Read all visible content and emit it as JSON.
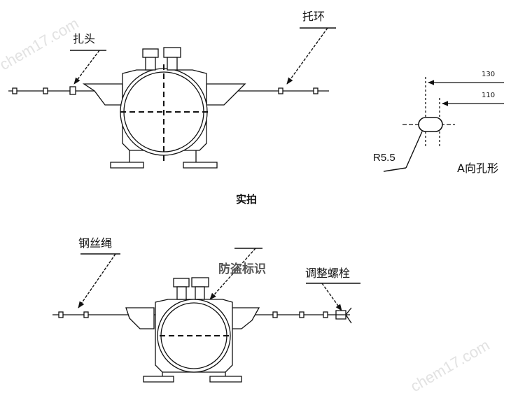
{
  "watermark": "chem17.com",
  "top_view": {
    "label_tuotou": "扎头",
    "label_tuohuan": "托环",
    "caption": "实拍"
  },
  "hole_detail": {
    "dim_outer": "130",
    "dim_inner": "110",
    "radius": "R5.5",
    "caption": "A向孔形"
  },
  "bottom_view": {
    "label_wire": "钢丝绳",
    "label_anti_theft": "防盗标识",
    "label_bolt": "调整螺栓"
  }
}
